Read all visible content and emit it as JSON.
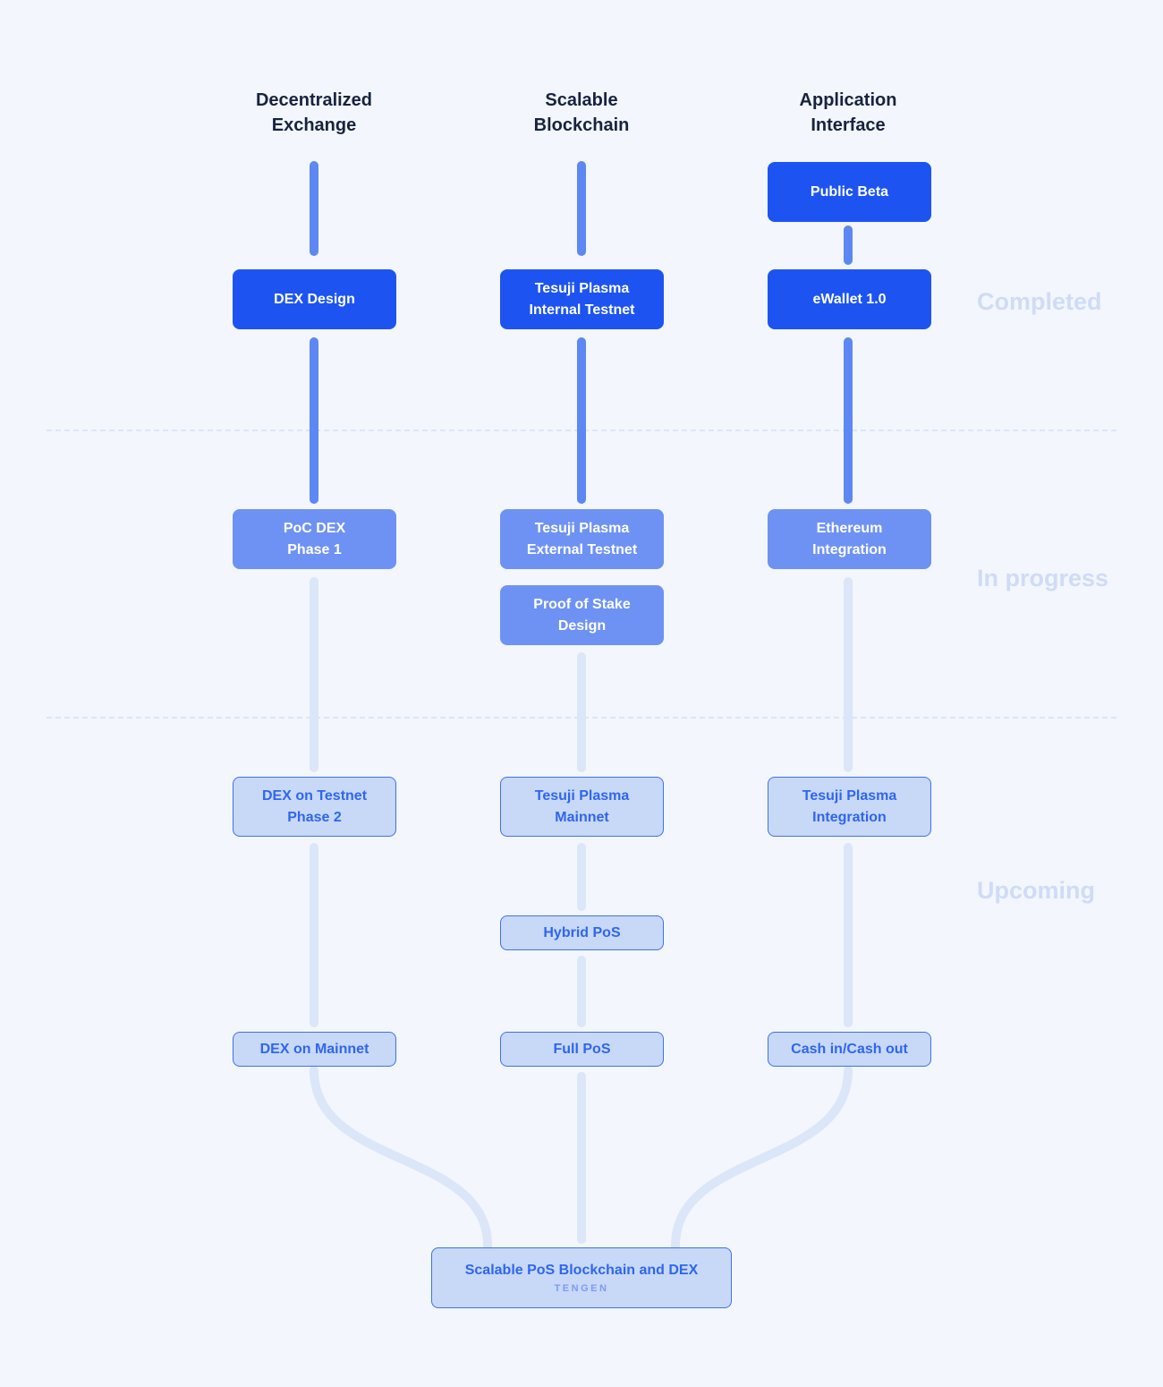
{
  "columns": [
    {
      "header": "Decentralized\nExchange",
      "nodes": [
        {
          "label": "DEX Design",
          "status": "completed"
        },
        {
          "label": "PoC DEX\nPhase 1",
          "status": "in-progress"
        },
        {
          "label": "DEX on Testnet\nPhase 2",
          "status": "upcoming"
        },
        {
          "label": "DEX on Mainnet",
          "status": "upcoming"
        }
      ]
    },
    {
      "header": "Scalable\nBlockchain",
      "nodes": [
        {
          "label": "Tesuji Plasma\nInternal Testnet",
          "status": "completed"
        },
        {
          "label": "Tesuji Plasma\nExternal Testnet",
          "status": "in-progress"
        },
        {
          "label": "Proof of Stake\nDesign",
          "status": "in-progress"
        },
        {
          "label": "Tesuji Plasma\nMainnet",
          "status": "upcoming"
        },
        {
          "label": "Hybrid PoS",
          "status": "upcoming"
        },
        {
          "label": "Full PoS",
          "status": "upcoming"
        }
      ]
    },
    {
      "header": "Application\nInterface",
      "nodes": [
        {
          "label": "Public Beta",
          "status": "completed"
        },
        {
          "label": "eWallet 1.0",
          "status": "completed"
        },
        {
          "label": "Ethereum\nIntegration",
          "status": "in-progress"
        },
        {
          "label": "Tesuji Plasma\nIntegration",
          "status": "upcoming"
        },
        {
          "label": "Cash in/Cash out",
          "status": "upcoming"
        }
      ]
    }
  ],
  "phases": [
    {
      "label": "Completed"
    },
    {
      "label": "In progress"
    },
    {
      "label": "Upcoming"
    }
  ],
  "final_node": {
    "title": "Scalable PoS Blockchain and DEX",
    "subtitle": "TENGEN"
  },
  "colors": {
    "completed_box": "#1d54f1",
    "in_progress_box": "#6e92f4",
    "upcoming_box_bg": "#c8d8f7",
    "upcoming_box_border": "#3e71ee",
    "upcoming_text": "#2e66ee",
    "connector_completed": "#5d87f3",
    "connector_upcoming": "#dbe6f8",
    "phase_label": "#cfdcf6",
    "background": "#f3f6fc"
  }
}
